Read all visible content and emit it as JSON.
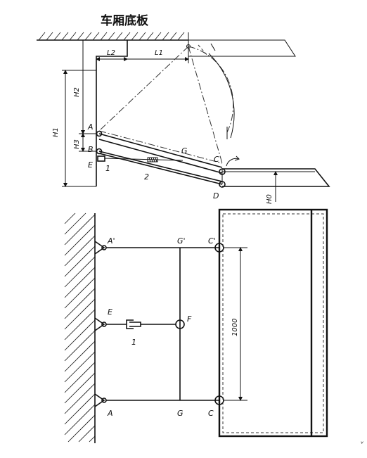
{
  "title": "车厢底板",
  "side_view": {
    "points": {
      "A": "A",
      "B": "B",
      "E": "E",
      "C": "C",
      "D": "D",
      "G": "G"
    },
    "parts": {
      "p1": "1",
      "p2": "2"
    },
    "dimensions": {
      "L1": "L1",
      "L2": "L2",
      "H1": "H1",
      "H2": "H2",
      "H3": "H3",
      "H0": "H0"
    }
  },
  "plan_view": {
    "points": {
      "A_prime": "A'",
      "G_prime": "G'",
      "C_prime": "C'",
      "E": "E",
      "F": "F",
      "A": "A",
      "G": "G",
      "C": "C"
    },
    "parts": {
      "p1": "1"
    },
    "dimensions": {
      "width": "1000"
    }
  },
  "page_mark": "ᵛ"
}
